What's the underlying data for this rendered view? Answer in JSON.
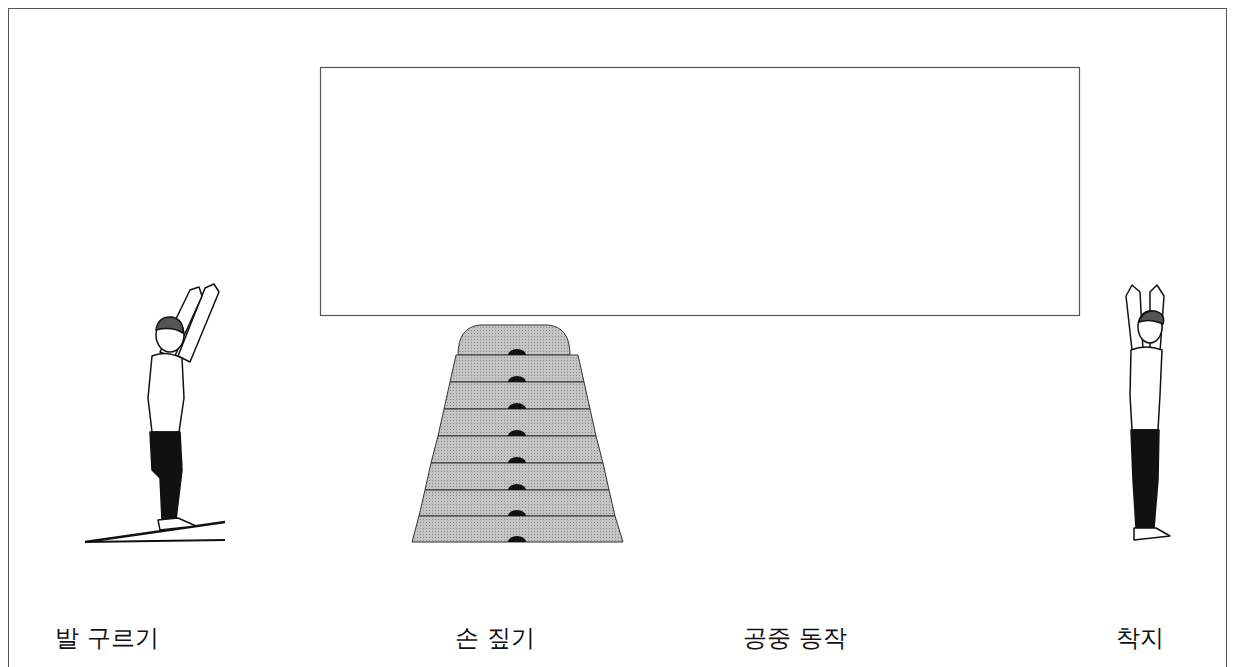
{
  "diagram": {
    "labels": [
      "발 구르기",
      "손 짚기",
      "공중 동작",
      "착지"
    ]
  }
}
